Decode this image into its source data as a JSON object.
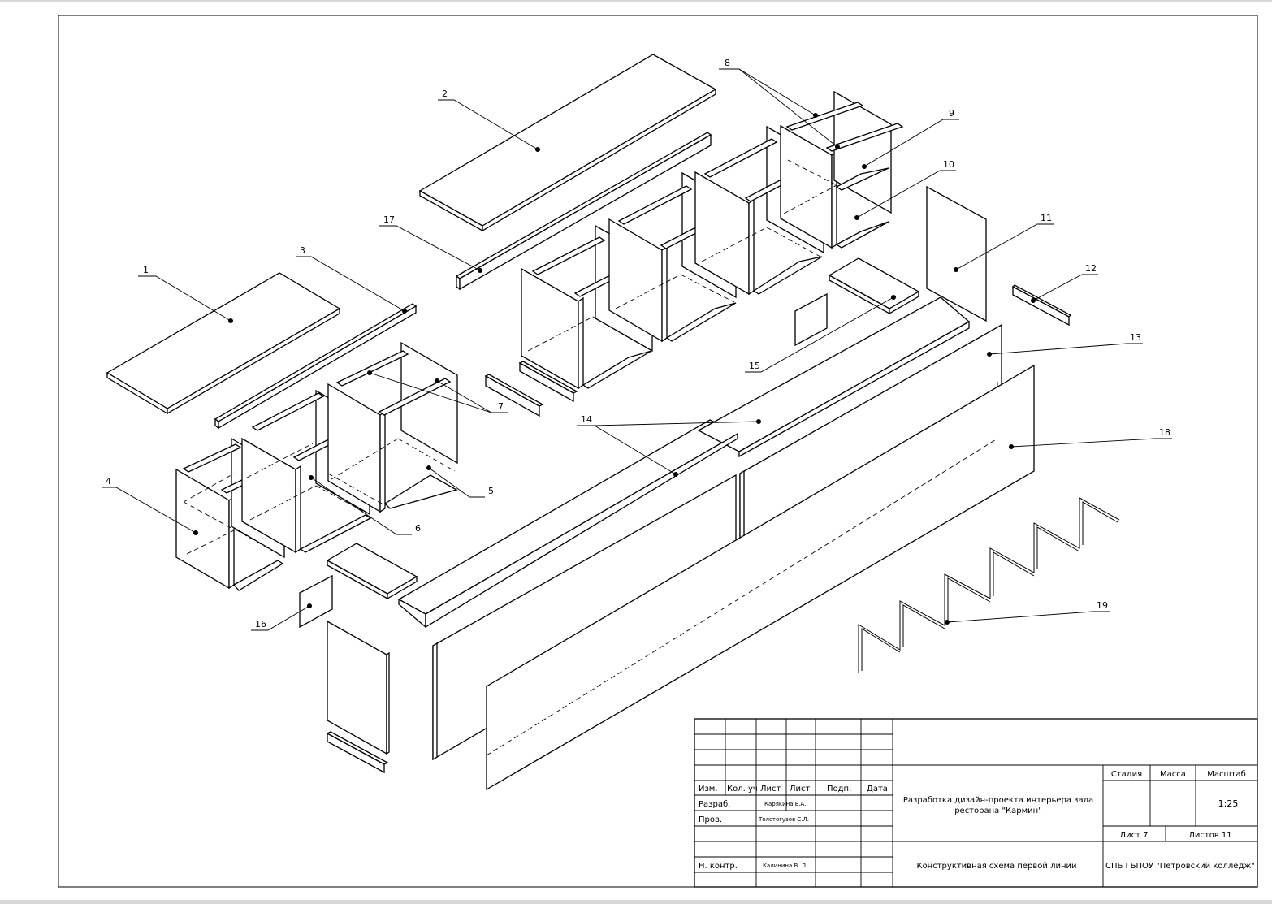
{
  "part_labels": [
    "1",
    "2",
    "3",
    "4",
    "5",
    "6",
    "7",
    "8",
    "9",
    "10",
    "11",
    "12",
    "13",
    "14",
    "15",
    "16",
    "17",
    "18",
    "19"
  ],
  "title_block": {
    "headers": {
      "izm": "Изм.",
      "kol_uch": "Кол. уч",
      "list1": "Лист",
      "list2": "Лист",
      "podp": "Подп.",
      "data": "Дата"
    },
    "razrab_label": "Разраб.",
    "razrab_name": "Карякина Е.А.",
    "prov_label": "Пров.",
    "prov_name": "Толстогузов С.Л.",
    "nkontr_label": "Н. контр.",
    "nkontr_name": "Калинина В. Л.",
    "project_title_line1": "Разработка дизайн-проекта интерьера зала",
    "project_title_line2": "ресторана \"Кармин\"",
    "sheet_title": "Конструктивная схема первой линии",
    "stage_label": "Стадия",
    "mass_label": "Масса",
    "scale_label": "Масштаб",
    "scale_value": "1:25",
    "sheet_no": "Лист 7",
    "sheets_total": "Листов 11",
    "organization": "СПБ ГБПОУ \"Петровский колледж\""
  }
}
